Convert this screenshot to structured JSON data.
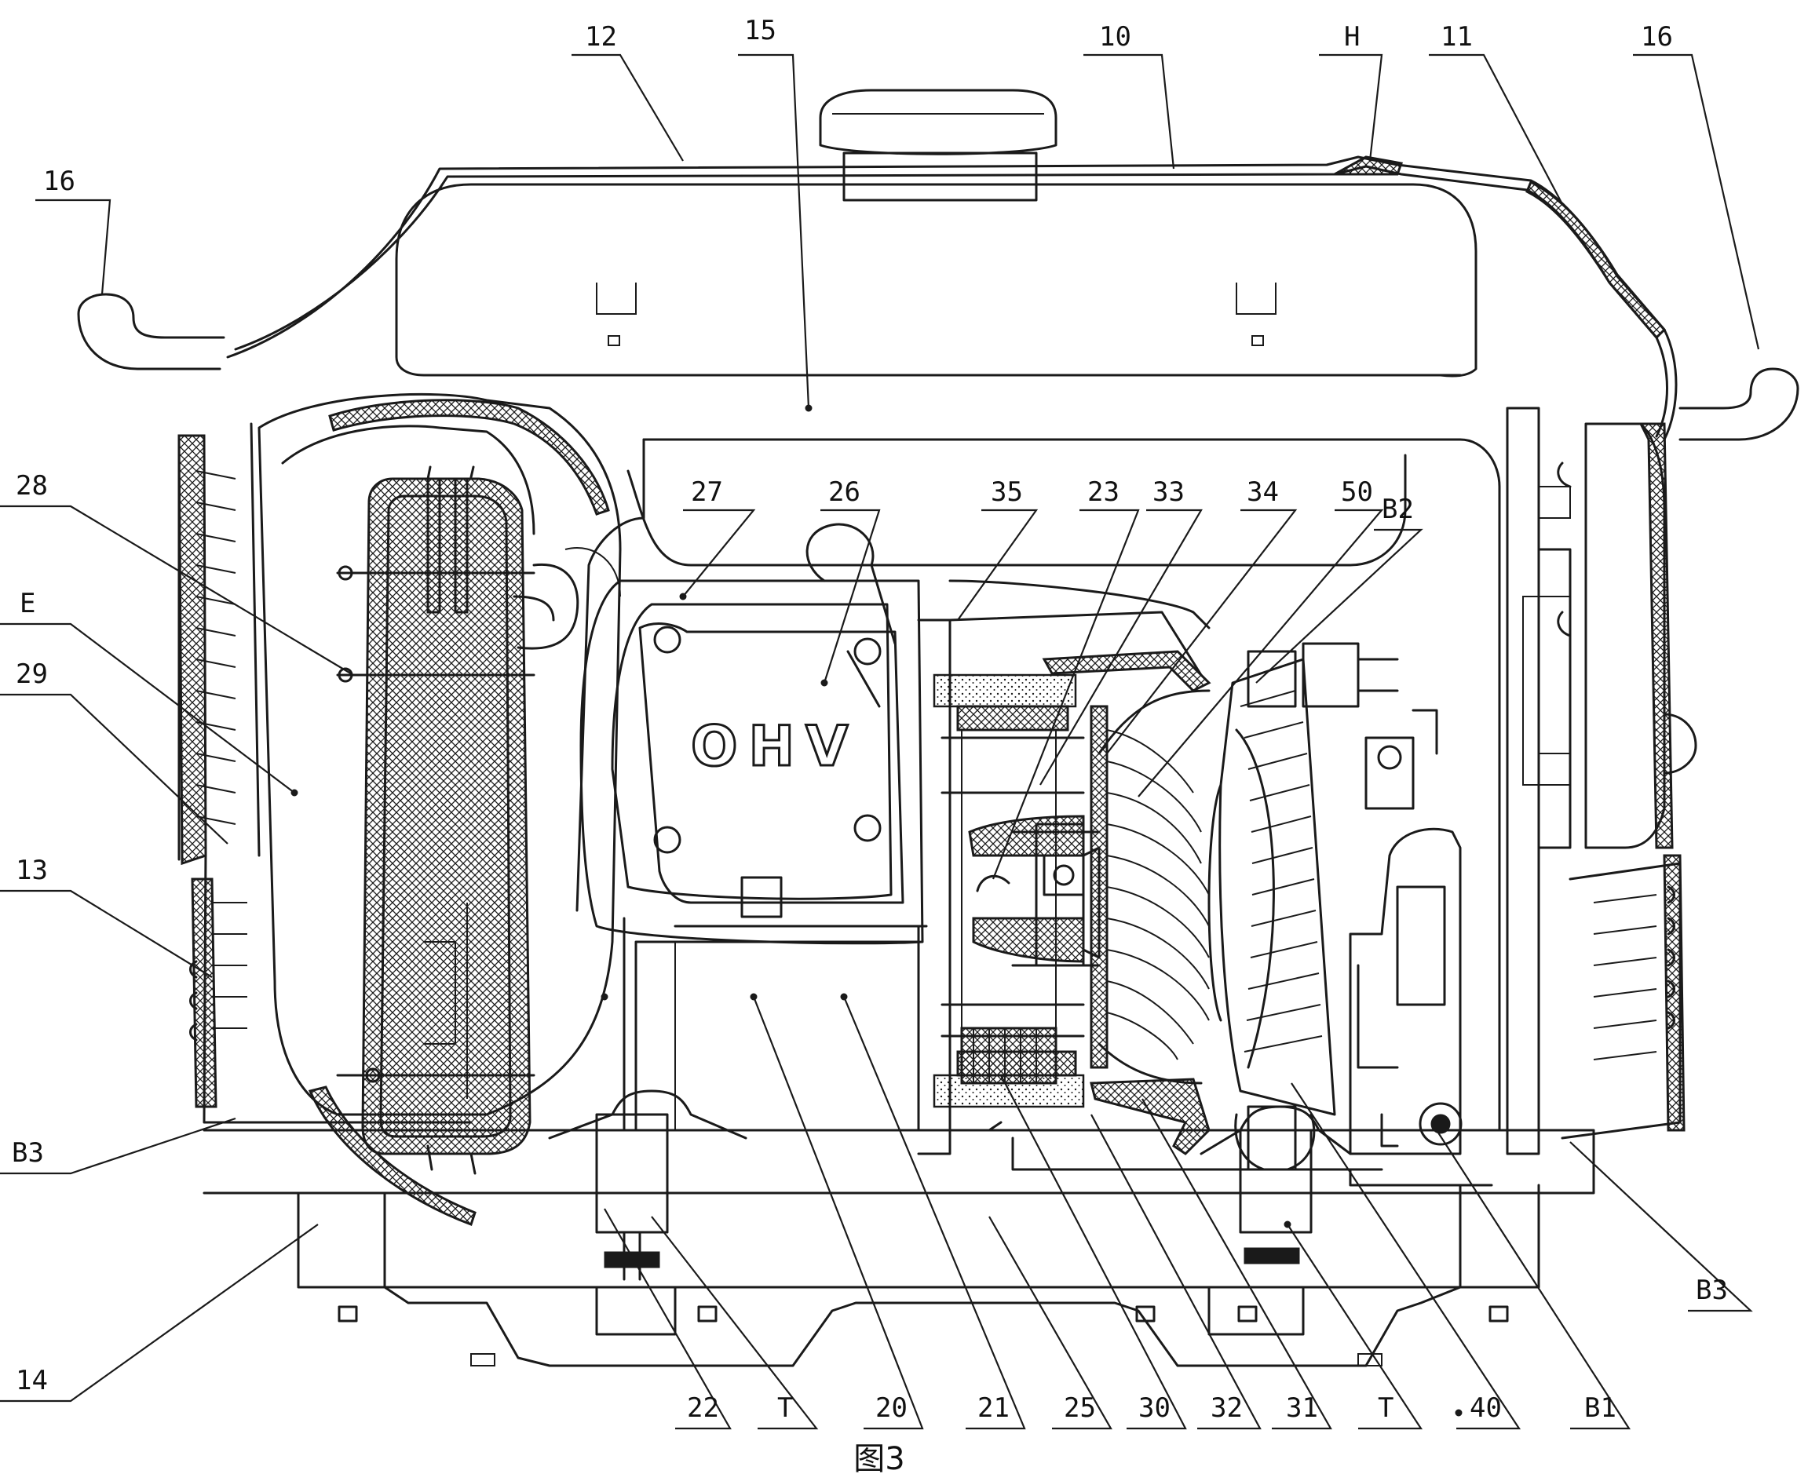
{
  "figure": {
    "caption": "图3",
    "cover_text": "OHV"
  },
  "callouts": [
    {
      "id": "c-12",
      "text": "12"
    },
    {
      "id": "c-15",
      "text": "15"
    },
    {
      "id": "c-10",
      "text": "10"
    },
    {
      "id": "c-h",
      "text": "H"
    },
    {
      "id": "c-11",
      "text": "11"
    },
    {
      "id": "c-16-right",
      "text": "16"
    },
    {
      "id": "c-16-left",
      "text": "16"
    },
    {
      "id": "c-28",
      "text": "28"
    },
    {
      "id": "c-e",
      "text": "E"
    },
    {
      "id": "c-29",
      "text": "29"
    },
    {
      "id": "c-13",
      "text": "13"
    },
    {
      "id": "c-b3-left",
      "text": "B3"
    },
    {
      "id": "c-14",
      "text": "14"
    },
    {
      "id": "c-27",
      "text": "27"
    },
    {
      "id": "c-26",
      "text": "26"
    },
    {
      "id": "c-35",
      "text": "35"
    },
    {
      "id": "c-23",
      "text": "23"
    },
    {
      "id": "c-33",
      "text": "33"
    },
    {
      "id": "c-34",
      "text": "34"
    },
    {
      "id": "c-50",
      "text": "50"
    },
    {
      "id": "c-b2",
      "text": "B2"
    },
    {
      "id": "c-b3-right",
      "text": "B3"
    },
    {
      "id": "c-22",
      "text": "22"
    },
    {
      "id": "c-t-left",
      "text": "T"
    },
    {
      "id": "c-20",
      "text": "20"
    },
    {
      "id": "c-21",
      "text": "21"
    },
    {
      "id": "c-25",
      "text": "25"
    },
    {
      "id": "c-30",
      "text": "30"
    },
    {
      "id": "c-32",
      "text": "32"
    },
    {
      "id": "c-31",
      "text": "31"
    },
    {
      "id": "c-t-right",
      "text": "T"
    },
    {
      "id": "c-40",
      "text": "40"
    },
    {
      "id": "c-b1",
      "text": "B1"
    }
  ]
}
